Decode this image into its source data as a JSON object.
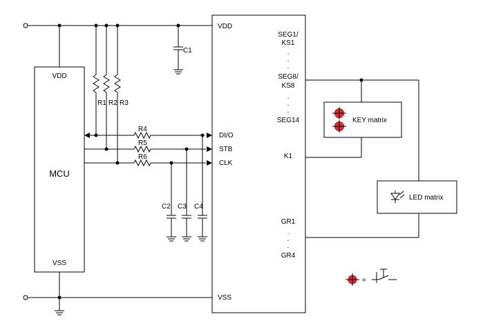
{
  "chips": {
    "mcu": {
      "name": "MCU",
      "vdd": "VDD",
      "vss": "VSS"
    },
    "driver": {
      "vdd": "VDD",
      "vss": "VSS",
      "seg1": "SEG1/",
      "ks1": "KS1",
      "seg8": "SEG8/",
      "ks8": "KS8",
      "seg14": "SEG14",
      "k1": "K1",
      "gr1": "GR1",
      "gr4": "GR4",
      "dio": "DI/O",
      "stb": "STB",
      "clk": "CLK",
      "ellipsis": "."
    }
  },
  "components": {
    "r1": "R1",
    "r2": "R2",
    "r3": "R3",
    "r4": "R4",
    "r5": "R5",
    "r6": "R6",
    "c1": "C1",
    "c2": "C2",
    "c3": "C3",
    "c4": "C4"
  },
  "blocks": {
    "key_matrix": "KEY matrix",
    "led_matrix": "LED matrix"
  },
  "legend": {
    "equals": "="
  },
  "colors": {
    "key_symbol": "#e03030",
    "line": "#000000"
  },
  "icons": [
    "key-switch-icon",
    "led-icon",
    "ground-icon",
    "resistor-icon",
    "capacitor-icon",
    "push-switch-icon"
  ]
}
